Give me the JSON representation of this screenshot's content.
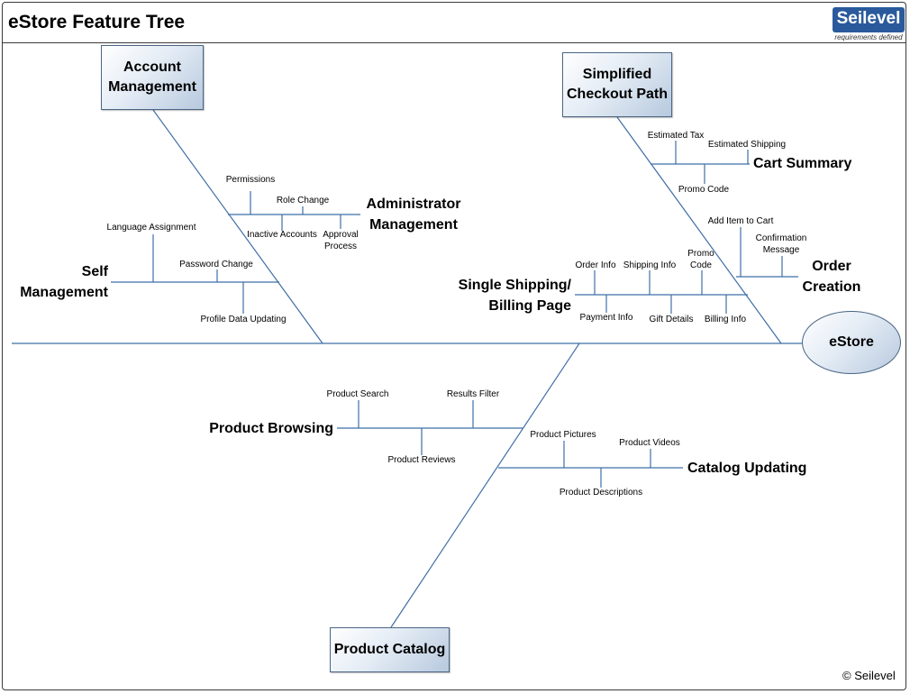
{
  "header": {
    "title": "eStore Feature Tree",
    "logo_text": "Seilevel",
    "logo_tagline": "requirements defined"
  },
  "footer": {
    "copyright": "© Seilevel"
  },
  "colors": {
    "line": "#3f6fa6",
    "box_border": "#4a6584",
    "logo_bg": "#2a5a9c"
  },
  "diagram": {
    "head": "eStore",
    "bones": {
      "account_management": "Account Management",
      "simplified_checkout": "Simplified Checkout Path",
      "product_catalog": "Product Catalog"
    },
    "features": {
      "administrator_management": "Administrator Management",
      "self_management": "Self Management",
      "cart_summary": "Cart Summary",
      "order_creation": "Order Creation",
      "single_shipping_billing": "Single Shipping/ Billing Page",
      "product_browsing": "Product Browsing",
      "catalog_updating": "Catalog Updating"
    },
    "subfeatures": {
      "permissions": "Permissions",
      "role_change": "Role Change",
      "inactive_accounts": "Inactive Accounts",
      "approval_process": "Approval Process",
      "language_assignment": "Language Assignment",
      "password_change": "Password Change",
      "profile_data_updating": "Profile Data Updating",
      "estimated_tax": "Estimated Tax",
      "estimated_shipping": "Estimated Shipping",
      "promo_code_cart": "Promo Code",
      "add_item_to_cart": "Add Item to Cart",
      "confirmation_message": "Confirmation Message",
      "order_info": "Order Info",
      "shipping_info": "Shipping Info",
      "promo_code_billing": "Promo Code",
      "payment_info": "Payment Info",
      "gift_details": "Gift Details",
      "billing_info": "Billing Info",
      "product_search": "Product Search",
      "results_filter": "Results Filter",
      "product_reviews": "Product Reviews",
      "product_pictures": "Product Pictures",
      "product_videos": "Product Videos",
      "product_descriptions": "Product Descriptions"
    }
  }
}
